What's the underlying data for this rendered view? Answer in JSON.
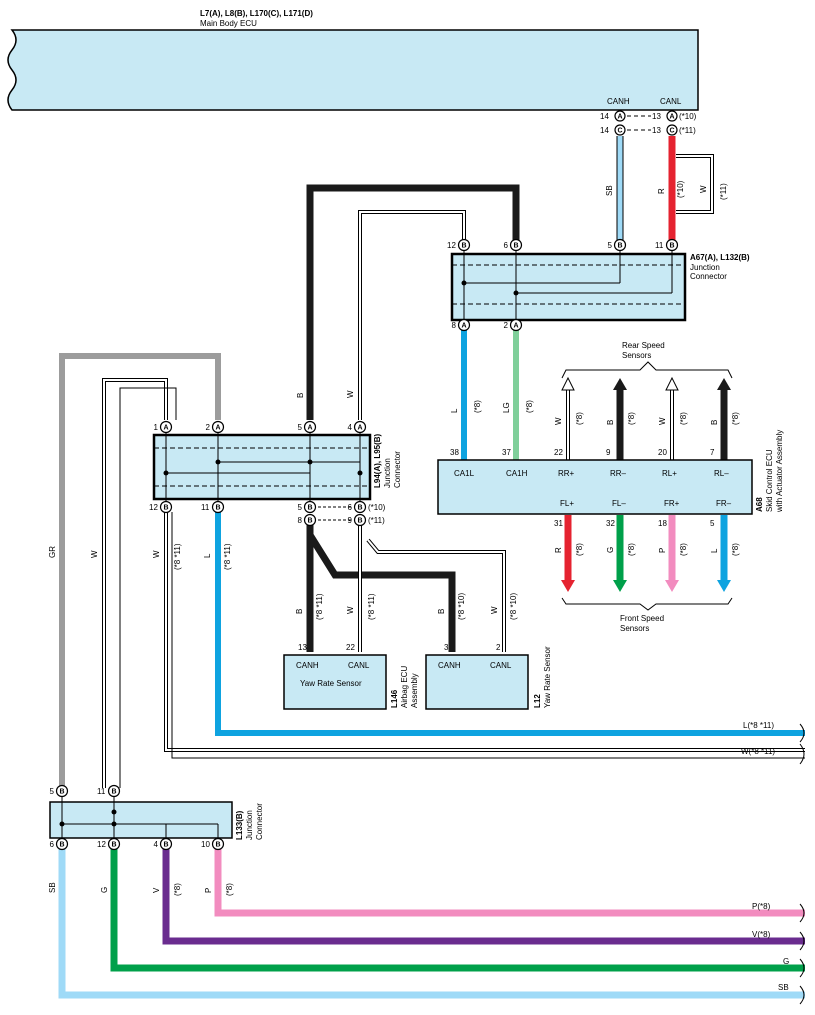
{
  "colors": {
    "box_fill": "#c8e9f4",
    "B": "#1a1a1a",
    "W": "#ffffff",
    "GR": "#9c9c9c",
    "L": "#0ea3e0",
    "LG": "#7fcf9a",
    "SB": "#9fdaf7",
    "R": "#e52330",
    "G": "#00a04a",
    "P": "#f28cbf",
    "V": "#6a2c8f"
  },
  "main_ecu": {
    "title": "L7(A), L8(B), L170(C), L171(D)",
    "name": "Main Body ECU",
    "pin_canh": "CANH",
    "pin_canl": "CANL",
    "row1": {
      "left_pin": "14",
      "left_conn": "A",
      "right_pin": "13",
      "right_conn": "A",
      "note": "(*10)"
    },
    "row2": {
      "left_pin": "14",
      "left_conn": "C",
      "right_pin": "13",
      "right_conn": "C",
      "note": "(*11)"
    }
  },
  "jc_a67": {
    "title": "A67(A), L132(B)",
    "line2": "Junction",
    "line3": "Connector",
    "top_pins": [
      [
        "12",
        "B"
      ],
      [
        "6",
        "B"
      ],
      [
        "5",
        "B"
      ],
      [
        "11",
        "B"
      ]
    ],
    "bottom_pins": [
      [
        "8",
        "A"
      ],
      [
        "2",
        "A"
      ]
    ]
  },
  "jc_l94": {
    "title": "L94(A), L95(B)",
    "line2": "Junction",
    "line3": "Connector",
    "top_pins": [
      [
        "1",
        "A"
      ],
      [
        "2",
        "A"
      ],
      [
        "5",
        "A"
      ],
      [
        "4",
        "A"
      ]
    ],
    "bottom_pins": [
      [
        "12",
        "B"
      ],
      [
        "11",
        "B"
      ],
      [
        "5",
        "B"
      ],
      [
        "6",
        "B"
      ]
    ],
    "row3_pins": [
      [
        "8",
        "B"
      ],
      [
        "9",
        "B"
      ]
    ],
    "note10": "(*10)",
    "note11": "(*11)"
  },
  "skid_ecu": {
    "code": "A68",
    "name": "Skid Control ECU",
    "name2": "with Actuator Assembly",
    "pins_top": [
      "CA1L",
      "CA1H",
      "RR+",
      "RR–",
      "RL+",
      "RL–"
    ],
    "pins_bottom": [
      "FL+",
      "FL–",
      "FR+",
      "FR–"
    ],
    "top_nums": [
      "38",
      "37",
      "22",
      "9",
      "20",
      "7"
    ],
    "bottom_nums": [
      "31",
      "32",
      "18",
      "5"
    ],
    "rear_title1": "Rear Speed",
    "rear_title2": "Sensors",
    "front_title1": "Front Speed",
    "front_title2": "Sensors"
  },
  "airbag": {
    "code": "L146",
    "name": "Airbag ECU",
    "name2": "Assembly",
    "label": "Yaw Rate Sensor",
    "canh": "CANH",
    "canl": "CANL",
    "pin_canh": "13",
    "pin_canl": "22"
  },
  "yaw": {
    "code": "L12",
    "name": "Yaw Rate Sensor",
    "canh": "CANH",
    "canl": "CANL",
    "pin_canh": "3",
    "pin_canl": "2"
  },
  "jc_l133": {
    "title": "L133(B)",
    "line2": "Junction",
    "line3": "Connector",
    "top_pins": [
      [
        "5",
        "B"
      ],
      [
        "11",
        "B"
      ]
    ],
    "bottom_pins": [
      [
        "6",
        "B"
      ],
      [
        "12",
        "B"
      ],
      [
        "4",
        "B"
      ],
      [
        "10",
        "B"
      ]
    ]
  },
  "wires": {
    "sb_top": "SB",
    "r_top": "R",
    "w_top": "W",
    "r_note": "(*10)",
    "w_note": "(*11)",
    "l_a67": "L",
    "lg_a67": "LG",
    "note8": "(*8)",
    "gr": "GR",
    "w_left": "W",
    "b_l94": "B",
    "w_l94": "W",
    "w_12b": "W",
    "l_11b": "L",
    "note_8_11": "(*8 *11)",
    "note_8_10": "(*8 *10)",
    "b_airbag": "B",
    "w_airbag": "W",
    "b_yaw": "B",
    "w_yaw": "W",
    "w_rr": "W",
    "b_rr": "B",
    "w_rl": "W",
    "b_rl": "B",
    "r_fl": "R",
    "g_fl": "G",
    "p_fr": "P",
    "l_fr": "L",
    "sb_bot": "SB",
    "g_bot": "G",
    "v_bot": "V",
    "p_bot": "P"
  },
  "right_labels": {
    "l": "L(*8 *11)",
    "w": "W(*8 *11)",
    "p": "P(*8)",
    "v": "V(*8)",
    "g": "G",
    "sb": "SB"
  }
}
